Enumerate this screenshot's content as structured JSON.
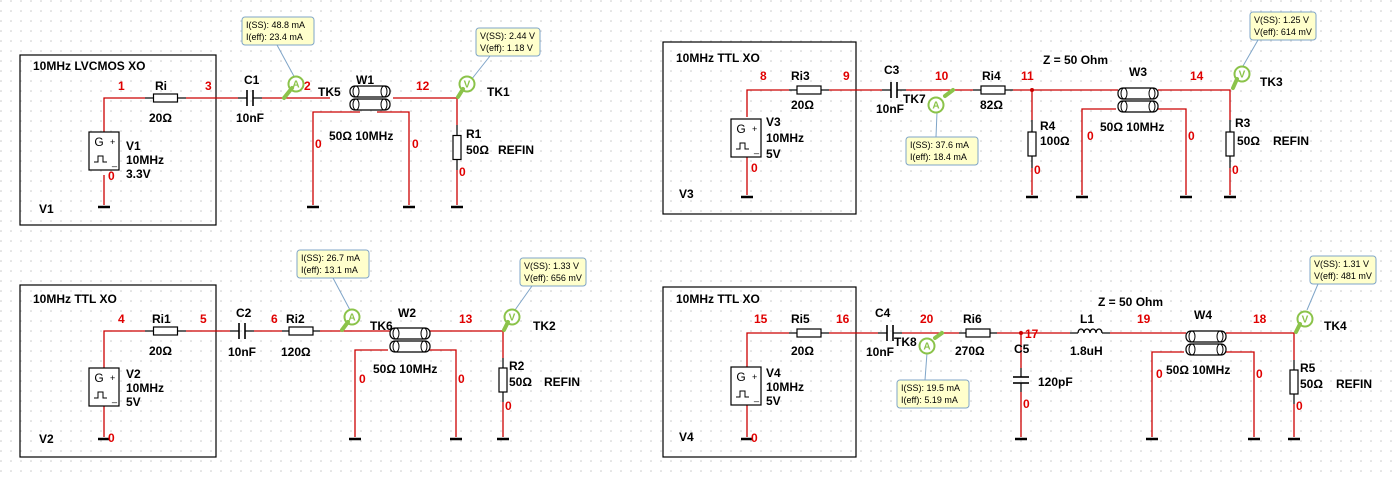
{
  "colors": {
    "wire": "#cc0000",
    "component": "#000000",
    "node_label": "#e00000",
    "probe": "#8bc34a",
    "probe_box_bg": "#ffffcc",
    "probe_box_border": "#7fa5c8",
    "grid_dot": "#c8c8c8"
  },
  "circuits": [
    {
      "id": "c1",
      "title": "10MHz LVCMOS XO",
      "source": {
        "name": "V1",
        "freq": "10MHz",
        "volt": "3.3V",
        "glyph": "G",
        "label": "V1"
      },
      "nodes": [
        "1",
        "3",
        "2",
        "12",
        "0",
        "0",
        "0",
        "0"
      ],
      "ri": {
        "name": "Ri",
        "value": "20Ω"
      },
      "cap": {
        "name": "C1",
        "value": "10nF"
      },
      "line": {
        "name": "W1",
        "value": "50Ω 10MHz"
      },
      "load": {
        "name": "R1",
        "value": "50Ω",
        "tag": "REFIN"
      },
      "ammeter": {
        "name": "TK5",
        "iss": "I(SS): 48.8 mA",
        "ieff": "I(eff): 23.4 mA"
      },
      "voltmeter": {
        "name": "TK1",
        "vss": "V(SS): 2.44 V",
        "veff": "V(eff): 1.18 V"
      }
    },
    {
      "id": "c2",
      "title": "10MHz TTL XO",
      "source": {
        "name": "V2",
        "freq": "10MHz",
        "volt": "5V",
        "glyph": "G",
        "label": "V2"
      },
      "nodes": [
        "4",
        "5",
        "6",
        "13",
        "0",
        "0",
        "0",
        "0"
      ],
      "ri": {
        "name": "Ri1",
        "value": "20Ω"
      },
      "cap": {
        "name": "C2",
        "value": "10nF"
      },
      "rs": {
        "name": "Ri2",
        "value": "120Ω"
      },
      "line": {
        "name": "W2",
        "value": "50Ω 10MHz"
      },
      "load": {
        "name": "R2",
        "value": "50Ω",
        "tag": "REFIN"
      },
      "ammeter": {
        "name": "TK6",
        "iss": "I(SS): 26.7 mA",
        "ieff": "I(eff): 13.1 mA"
      },
      "voltmeter": {
        "name": "TK2",
        "vss": "V(SS): 1.33 V",
        "veff": "V(eff): 656 mV"
      }
    },
    {
      "id": "c3",
      "title": "10MHz TTL XO",
      "source": {
        "name": "V3",
        "freq": "10MHz",
        "volt": "5V",
        "glyph": "G",
        "label": "V3"
      },
      "nodes": [
        "8",
        "9",
        "10",
        "11",
        "14",
        "0",
        "0",
        "0",
        "0",
        "0"
      ],
      "ri": {
        "name": "Ri3",
        "value": "20Ω"
      },
      "cap": {
        "name": "C3",
        "value": "10nF"
      },
      "rs": {
        "name": "Ri4",
        "value": "82Ω"
      },
      "shunt": {
        "name": "R4",
        "value": "100Ω"
      },
      "z_note": "Z = 50 Ohm",
      "line": {
        "name": "W3",
        "value": "50Ω 10MHz"
      },
      "load": {
        "name": "R3",
        "value": "50Ω",
        "tag": "REFIN"
      },
      "ammeter": {
        "name": "TK7",
        "iss": "I(SS): 37.6 mA",
        "ieff": "I(eff): 18.4 mA"
      },
      "voltmeter": {
        "name": "TK3",
        "vss": "V(SS): 1.25 V",
        "veff": "V(eff): 614 mV"
      }
    },
    {
      "id": "c4",
      "title": "10MHz TTL XO",
      "source": {
        "name": "V4",
        "freq": "10MHz",
        "volt": "5V",
        "glyph": "G",
        "label": "V4"
      },
      "nodes": [
        "15",
        "16",
        "20",
        "17",
        "19",
        "18",
        "0",
        "0",
        "0",
        "0",
        "0"
      ],
      "ri": {
        "name": "Ri5",
        "value": "20Ω"
      },
      "cap": {
        "name": "C4",
        "value": "10nF"
      },
      "rs": {
        "name": "Ri6",
        "value": "270Ω"
      },
      "shuntcap": {
        "name": "C5",
        "value": "120pF"
      },
      "inductor": {
        "name": "L1",
        "value": "1.8uH"
      },
      "z_note": "Z = 50 Ohm",
      "line": {
        "name": "W4",
        "value": "50Ω 10MHz"
      },
      "load": {
        "name": "R5",
        "value": "50Ω",
        "tag": "REFIN"
      },
      "ammeter": {
        "name": "TK8",
        "iss": "I(SS): 19.5 mA",
        "ieff": "I(eff): 5.19 mA"
      },
      "voltmeter": {
        "name": "TK4",
        "vss": "V(SS): 1.31 V",
        "veff": "V(eff): 481 mV"
      }
    }
  ]
}
